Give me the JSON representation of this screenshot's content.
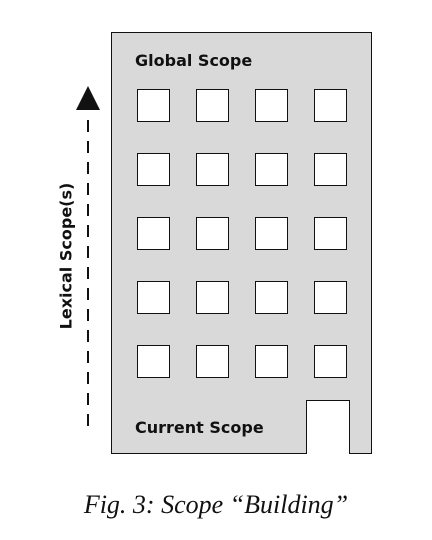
{
  "diagram": {
    "top_label": "Global Scope",
    "bottom_label": "Current Scope",
    "axis_label": "Lexical Scope(s)",
    "caption": "Fig. 3: Scope “Building”",
    "window_rows": 5,
    "window_cols": 4,
    "colors": {
      "building_fill": "#d9d9d9",
      "outline": "#111111",
      "window_fill": "#ffffff"
    },
    "icons": {
      "axis_arrow": "up-arrow-icon"
    }
  }
}
